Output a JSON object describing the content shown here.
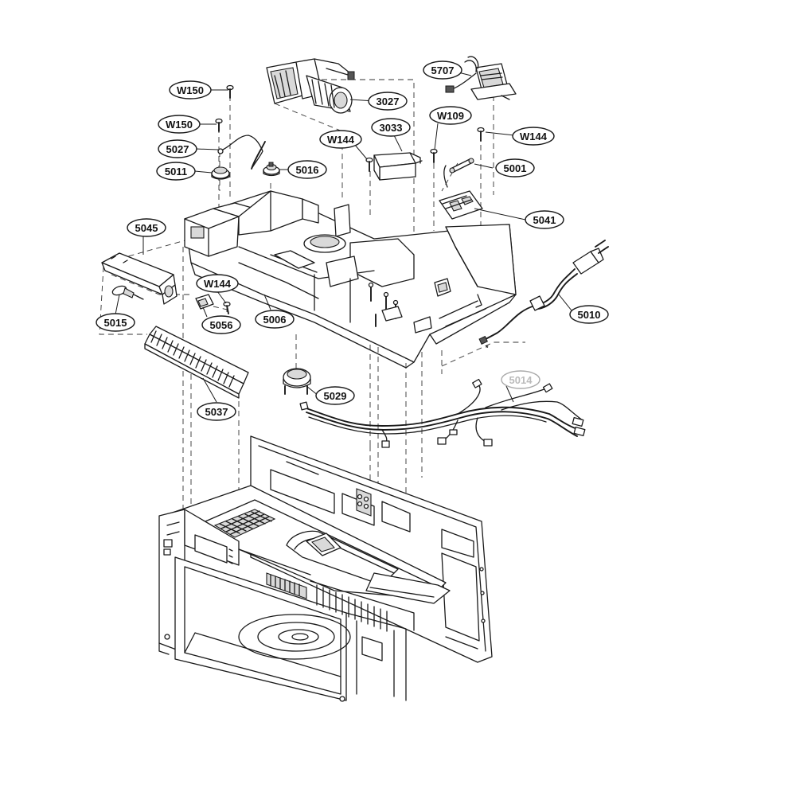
{
  "labels": {
    "w150_a": "W150",
    "w150_b": "W150",
    "p5027": "5027",
    "p5011": "5011",
    "p5016": "5016",
    "p3027": "3027",
    "p5707": "5707",
    "p3033": "3033",
    "w144_a": "W144",
    "w109": "W109",
    "w144_b": "W144",
    "p5001": "5001",
    "p5041": "5041",
    "p5045": "5045",
    "w144_c": "W144",
    "p5015": "5015",
    "p5056": "5056",
    "p5006": "5006",
    "p5010": "5010",
    "p5037": "5037",
    "p5029": "5029",
    "p5014": "5014"
  }
}
